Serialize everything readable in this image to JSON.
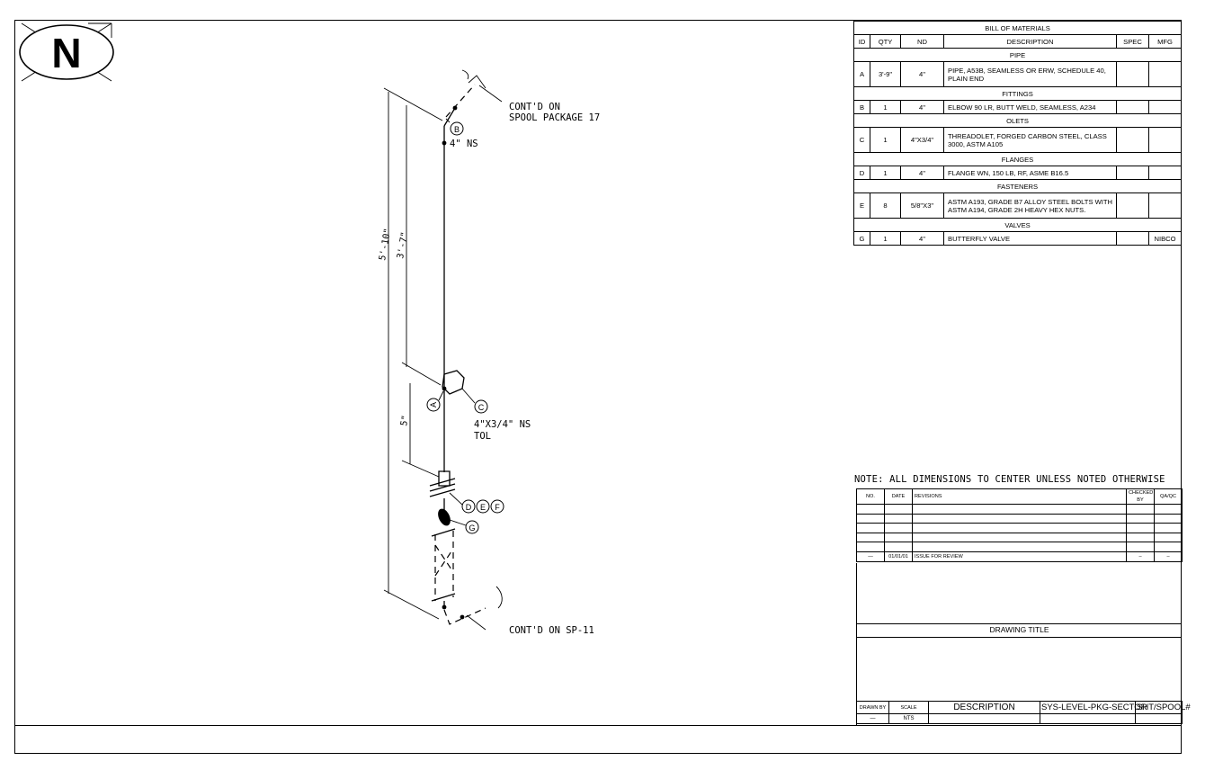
{
  "north_arrow": {
    "letter": "N"
  },
  "drawing": {
    "cont_top": [
      "CONT'D ON",
      "SPOOL PACKAGE 17"
    ],
    "pipe_size_top": "4\" NS",
    "tol_label": [
      "4\"X3/4\" NS",
      "TOL"
    ],
    "cont_bottom": "CONT'D ON SP-11",
    "dim_overall": "5'-10\"",
    "dim_upper": "3'-7\"",
    "dim_lower": "5\"",
    "callouts": {
      "a": "A",
      "b": "B",
      "c": "C",
      "d": "D",
      "e": "E",
      "f": "F",
      "g": "G"
    }
  },
  "bom": {
    "title": "BILL OF MATERIALS",
    "headers": [
      "ID",
      "QTY",
      "ND",
      "DESCRIPTION",
      "SPEC",
      "MFG"
    ],
    "sections": [
      {
        "name": "PIPE",
        "rows": [
          {
            "id": "A",
            "qty": "3'-9\"",
            "nd": "4\"",
            "desc": "PIPE, A53B, SEAMLESS OR ERW, SCHEDULE 40, PLAIN END",
            "spec": "",
            "mfg": ""
          }
        ]
      },
      {
        "name": "FITTINGS",
        "rows": [
          {
            "id": "B",
            "qty": "1",
            "nd": "4\"",
            "desc": "ELBOW 90 LR, BUTT WELD, SEAMLESS, A234",
            "spec": "",
            "mfg": ""
          }
        ]
      },
      {
        "name": "OLETS",
        "rows": [
          {
            "id": "C",
            "qty": "1",
            "nd": "4\"X3/4\"",
            "desc": "THREADOLET, FORGED CARBON STEEL, CLASS 3000, ASTM A105",
            "spec": "",
            "mfg": ""
          }
        ]
      },
      {
        "name": "FLANGES",
        "rows": [
          {
            "id": "D",
            "qty": "1",
            "nd": "4\"",
            "desc": "FLANGE WN, 150 LB, RF, ASME B16.5",
            "spec": "",
            "mfg": ""
          }
        ]
      },
      {
        "name": "FASTENERS",
        "rows": [
          {
            "id": "E",
            "qty": "8",
            "nd": "5/8\"X3\"",
            "desc": "ASTM A193, GRADE B7 ALLOY STEEL BOLTS WITH ASTM A194, GRADE 2H HEAVY HEX NUTS.",
            "spec": "",
            "mfg": ""
          }
        ]
      },
      {
        "name": "VALVES",
        "rows": [
          {
            "id": "G",
            "qty": "1",
            "nd": "4\"",
            "desc": "BUTTERFLY VALVE",
            "spec": "",
            "mfg": "NIBCO"
          }
        ]
      }
    ]
  },
  "note": "NOTE: ALL DIMENSIONS TO CENTER UNLESS NOTED OTHERWISE",
  "revisions": {
    "headers": [
      "NO.",
      "DATE",
      "REVISIONS",
      "CHECKED BY",
      "QA/QC"
    ],
    "entry": {
      "no": "—",
      "date": "01/01/01",
      "desc": "ISSUE FOR REVIEW",
      "checked": "–",
      "qa": "–"
    }
  },
  "title_block": {
    "drawing_title": "DRAWING TITLE",
    "drawn_by_label": "DRAWN BY",
    "scale_label": "SCALE",
    "description_label": "DESCRIPTION",
    "sys_label": "SYS-LEVEL-PKG-SECTOR",
    "sht_label": "SHT/SPOOL#",
    "drawn_by_value": "—",
    "scale_value": "NTS"
  }
}
